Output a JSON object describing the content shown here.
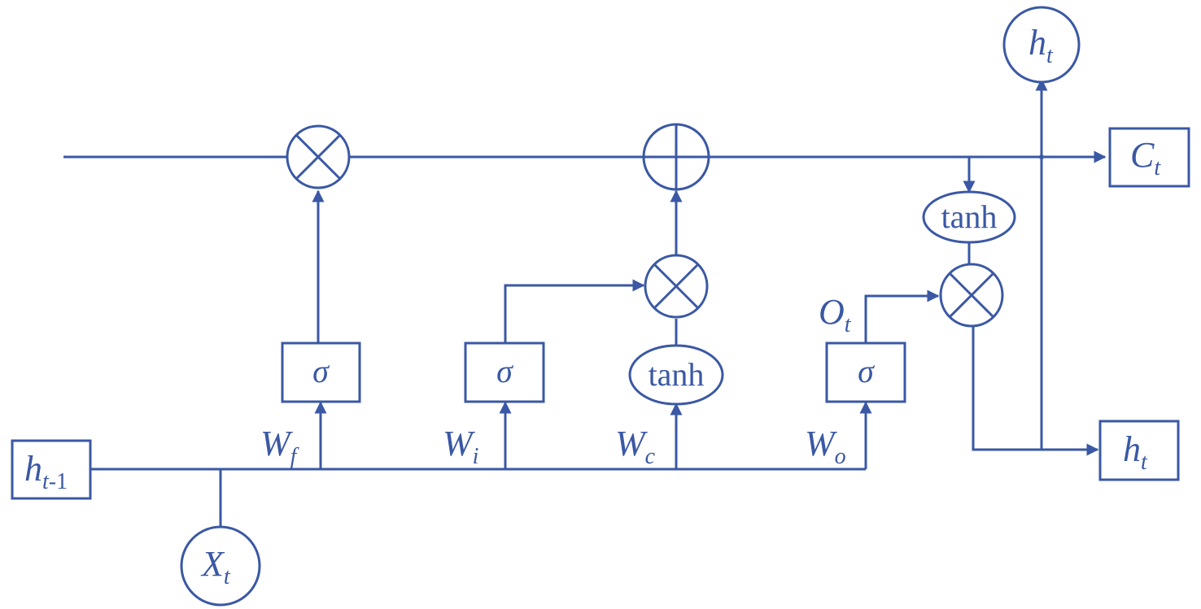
{
  "diagram": {
    "color": "#3a58a4",
    "inputs": {
      "h_prev": {
        "main": "h",
        "sub": "t",
        "sub2": "-1"
      },
      "x": {
        "main": "X",
        "sub": "t"
      }
    },
    "outputs": {
      "c": {
        "main": "C",
        "sub": "t"
      },
      "h_box": {
        "main": "h",
        "sub": "t"
      },
      "h_circle": {
        "main": "h",
        "sub": "t"
      }
    },
    "gates": {
      "forget": {
        "symbol": "σ",
        "weight": "W",
        "weight_sub": "f"
      },
      "input": {
        "symbol": "σ",
        "weight": "W",
        "weight_sub": "i"
      },
      "candidate": {
        "symbol": "tanh",
        "weight": "W",
        "weight_sub": "c"
      },
      "output": {
        "symbol": "σ",
        "weight": "W",
        "weight_sub": "o",
        "out_label": "O",
        "out_sub": "t"
      }
    },
    "cell_tanh": "tanh"
  }
}
